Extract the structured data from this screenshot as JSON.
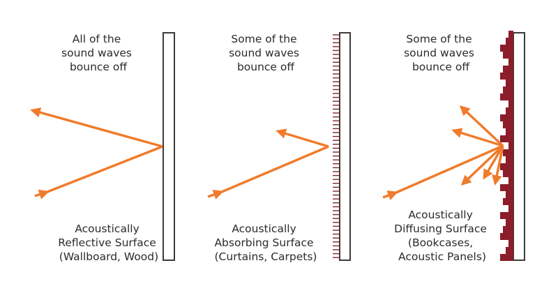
{
  "colors": {
    "arrow": "#f07b2a",
    "wall_outline": "#3d3a38",
    "absorb": "#8c1d2a",
    "diffuse": "#8c1d2a"
  },
  "panels": [
    {
      "top_text": [
        "All of the",
        "sound waves",
        "bounce off"
      ],
      "bottom_text": [
        "Acoustically",
        "Reflective Surface",
        "(Wallboard, Wood)"
      ]
    },
    {
      "top_text": [
        "Some of the",
        "sound waves",
        "bounce off"
      ],
      "bottom_text": [
        "Acoustically",
        "Absorbing Surface",
        "(Curtains, Carpets)"
      ]
    },
    {
      "top_text": [
        "Some of the",
        "sound waves",
        "bounce off"
      ],
      "bottom_text": [
        "Acoustically",
        "Diffusing Surface",
        "(Bookcases,",
        "Acoustic Panels)"
      ]
    }
  ]
}
